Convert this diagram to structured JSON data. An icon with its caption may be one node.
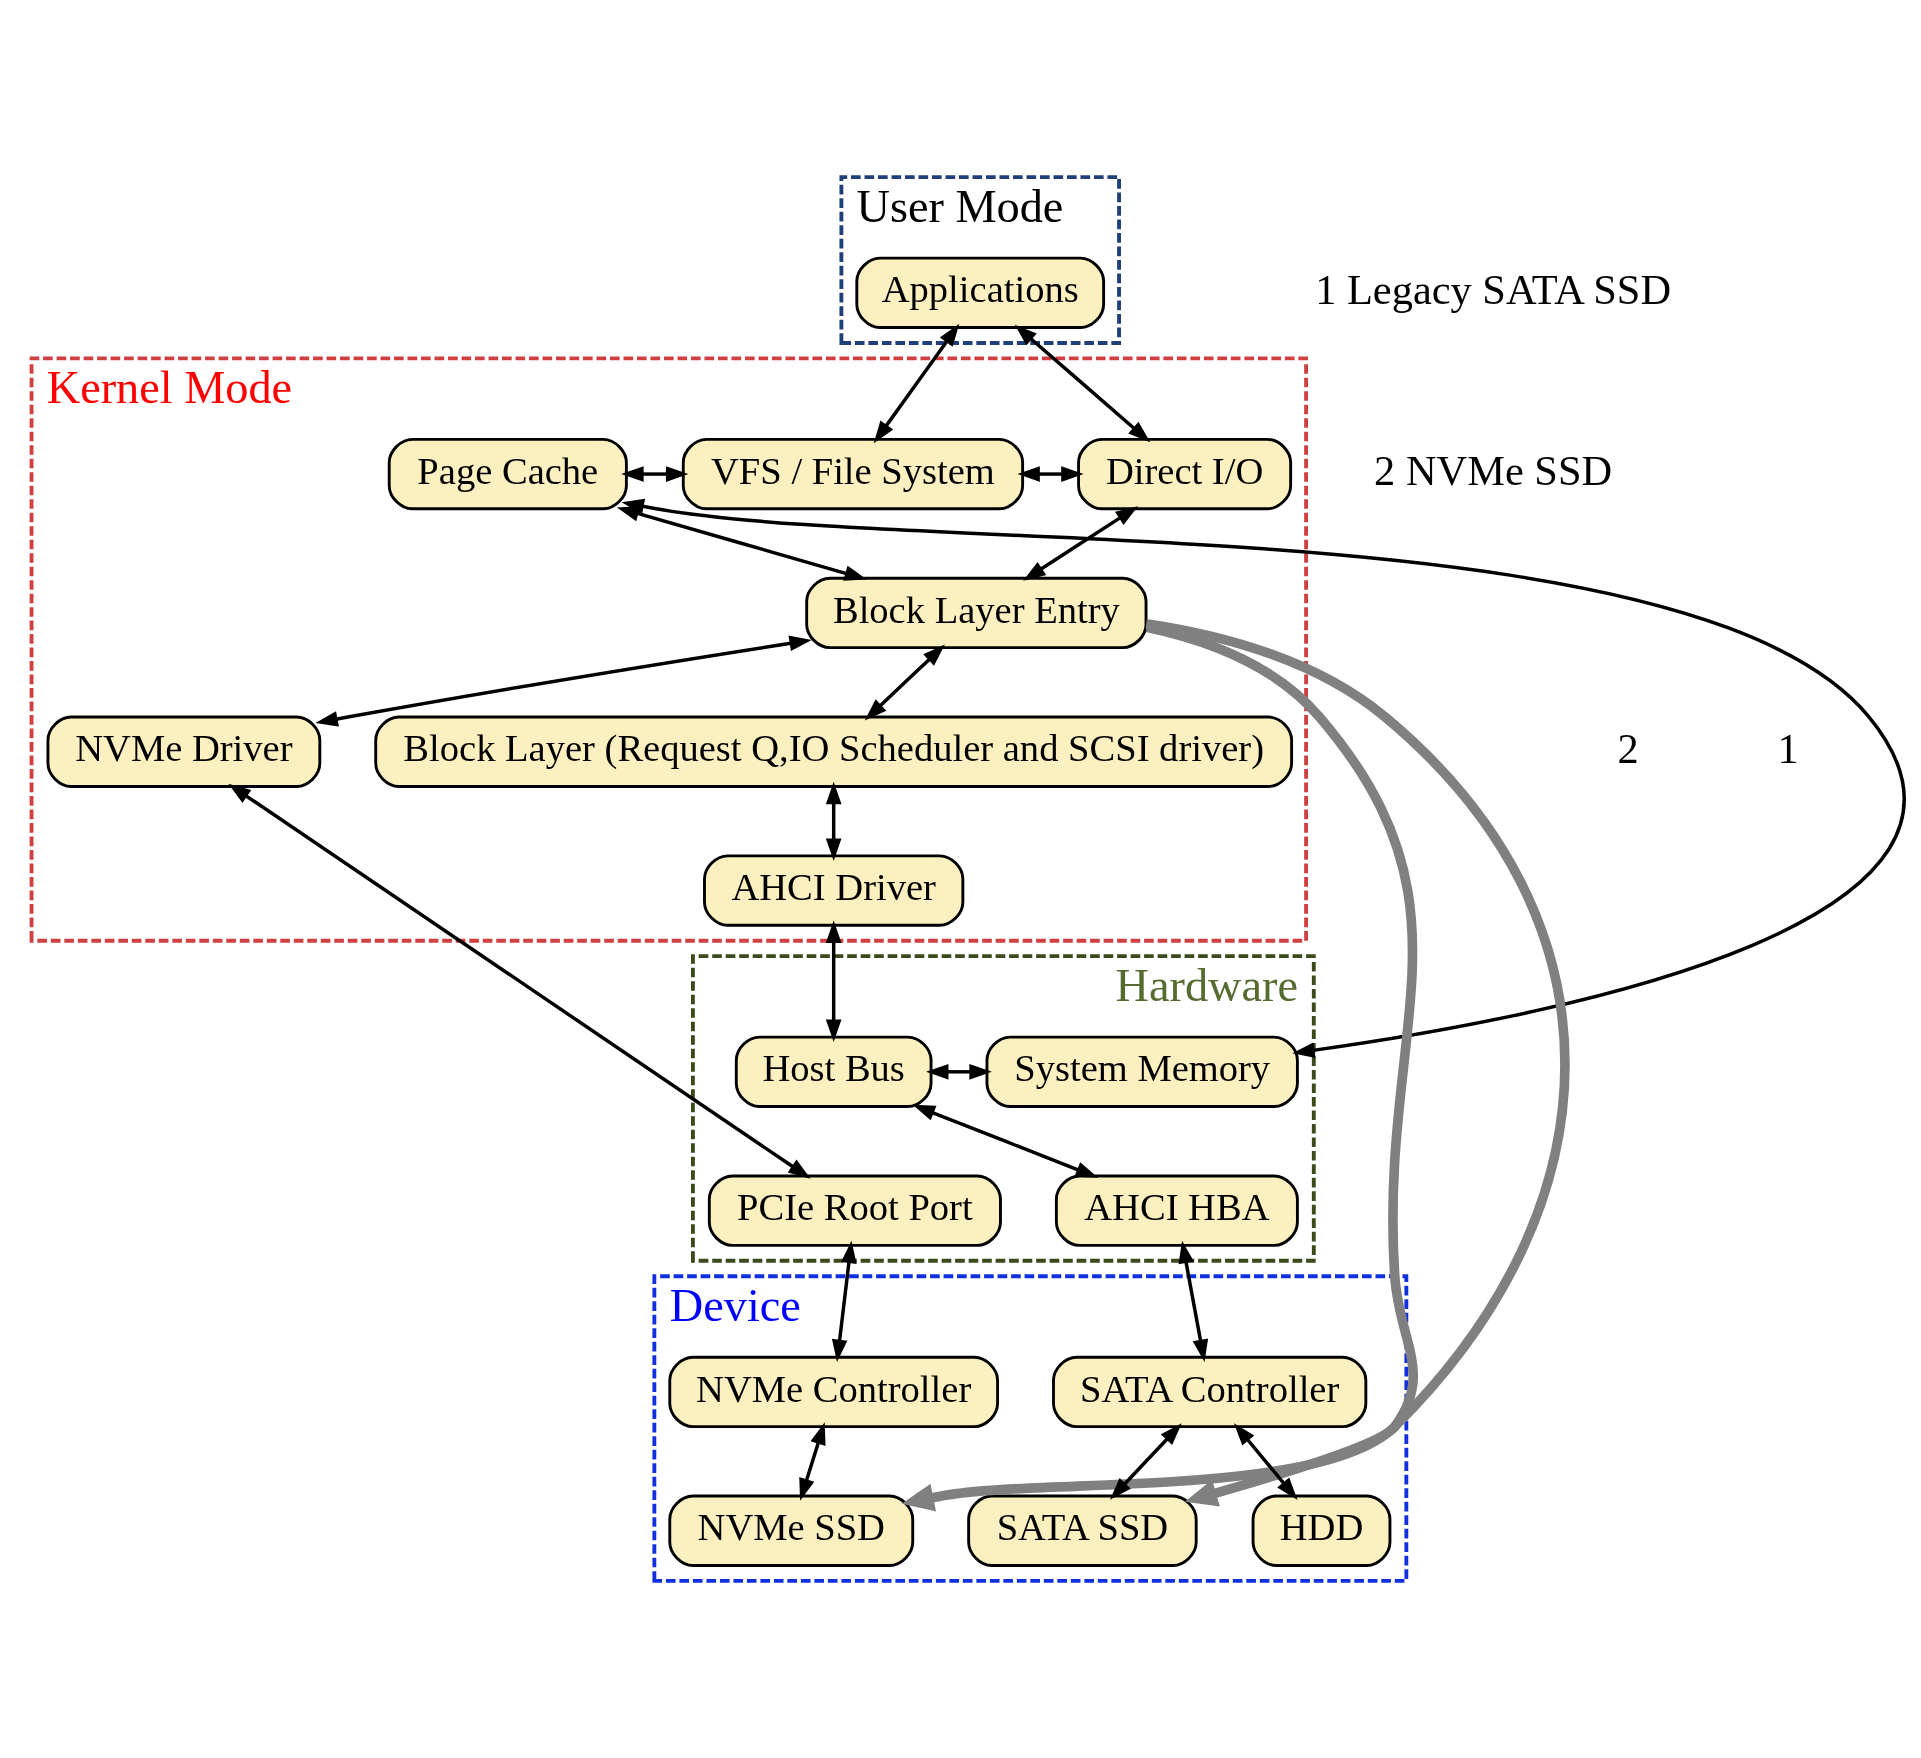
{
  "diagram": {
    "nodes": [
      {
        "text": [
          "User Mode"
        ]
      },
      {
        "text": [
          "Applications"
        ],
        "in": 0
      },
      {
        "text": [
          "Kernel Mode"
        ]
      },
      {
        "text": [
          "Page Cache"
        ],
        "in": 2
      },
      {
        "text": [
          "VFS / File System"
        ],
        "in": 2
      },
      {
        "text": [
          "Direct I/O"
        ],
        "in": 2
      },
      {
        "text": [
          "Block Layer Entry"
        ],
        "in": 2
      },
      {
        "text": [
          "Block Layer (Request Q,IO Scheduler and SCSI driver)"
        ],
        "in": 2
      },
      {
        "text": [
          "NVMe Driver"
        ],
        "in": 2
      },
      {
        "text": [
          "AHCI Driver"
        ],
        "in": 2
      },
      {
        "text": [
          "Hardware"
        ]
      },
      {
        "text": [
          "System Memory"
        ],
        "in": 10
      },
      {
        "text": [
          "Host Bus"
        ],
        "in": 10
      },
      {
        "text": [
          "AHCI HBA"
        ],
        "in": 10
      },
      {
        "text": [
          "PCIe Root Port"
        ],
        "in": 10
      },
      {
        "text": [
          "Device"
        ]
      },
      {
        "text": [
          "SATA Controller"
        ],
        "in": 15
      },
      {
        "text": [
          "NVMe Controller"
        ],
        "in": 15
      },
      {
        "text": [
          "HDD"
        ],
        "in": 15
      },
      {
        "text": [
          "SATA SSD"
        ],
        "in": 15
      },
      {
        "text": [
          "NVMe SSD"
        ],
        "in": 15
      }
    ],
    "edges": [
      {
        "from": 1,
        "to": 4,
        "arrow": "both"
      },
      {
        "from": 5,
        "to": 1,
        "arrow": "both"
      },
      {
        "from": 3,
        "to": 4,
        "arrow": "both"
      },
      {
        "from": 4,
        "to": 5,
        "arrow": "both"
      },
      {
        "from": 3,
        "to": 6,
        "arrow": "both"
      },
      {
        "from": 5,
        "to": 6,
        "arrow": "both"
      },
      {
        "from": 3,
        "to": 11,
        "arrow": "both"
      },
      {
        "from": 6,
        "to": 7,
        "arrow": "both"
      },
      {
        "from": 6,
        "to": 8,
        "arrow": "both"
      },
      {
        "from": 7,
        "to": 9,
        "arrow": "both"
      },
      {
        "from": 9,
        "to": 12,
        "arrow": "both"
      },
      {
        "from": 11,
        "to": 12,
        "arrow": "both"
      },
      {
        "from": 12,
        "to": 13,
        "arrow": "both"
      },
      {
        "from": 8,
        "to": 14,
        "arrow": "both"
      },
      {
        "from": 13,
        "to": 16,
        "arrow": "both"
      },
      {
        "from": 14,
        "to": 17,
        "arrow": "both"
      },
      {
        "from": 16,
        "to": 18,
        "arrow": "both"
      },
      {
        "from": 16,
        "to": 19,
        "arrow": "both"
      },
      {
        "from": 17,
        "to": 20,
        "arrow": "both"
      },
      {
        "from": 6,
        "to": 19,
        "arrow": "to",
        "style": "thick",
        "color": "#808080"
      },
      {
        "from": 6,
        "to": 20,
        "arrow": "to",
        "style": "thick",
        "color": "#808080"
      }
    ],
    "labels": [
      "1",
      "2"
    ],
    "legend": [
      {
        "text": "1 Legacy SATA SSD"
      },
      {
        "text": "2 NVMe SSD"
      }
    ]
  }
}
